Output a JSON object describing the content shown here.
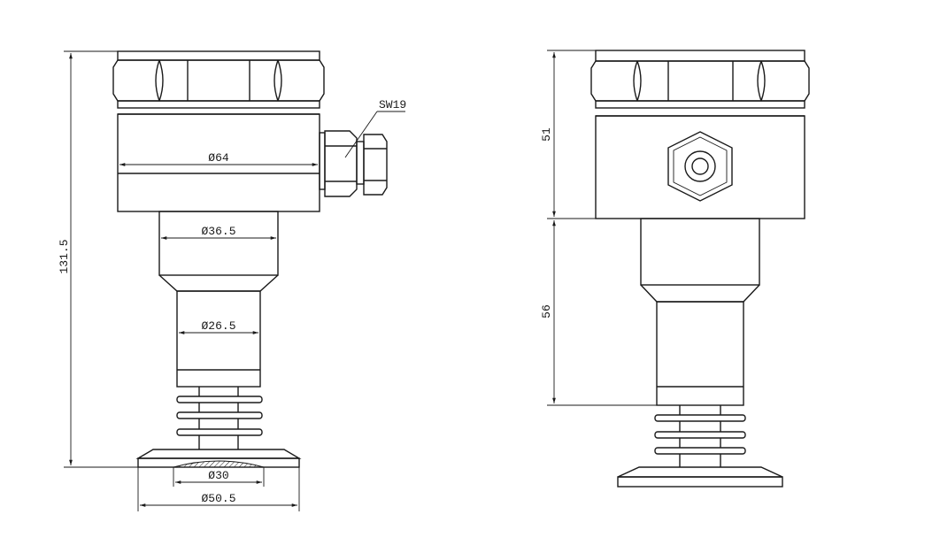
{
  "front_view": {
    "dim_height_total": "131.5",
    "dim_housing_diameter": "Ø64",
    "dim_neck_diameter": "Ø36.5",
    "dim_stem_diameter": "Ø26.5",
    "dim_diaphragm_diameter": "Ø30",
    "dim_flange_diameter": "Ø50.5",
    "wrench_size": "SW19"
  },
  "side_view": {
    "dim_upper_height": "51",
    "dim_lower_height": "56"
  },
  "colors": {
    "line": "#1a1a1a",
    "background": "#ffffff"
  }
}
